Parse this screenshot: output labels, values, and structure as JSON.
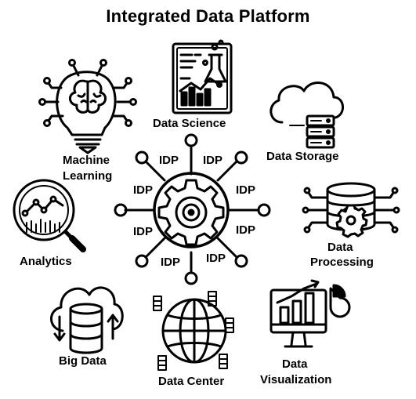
{
  "title": "Integrated Data Platform",
  "hub": {
    "label": "IDP",
    "labels": [
      "IDP",
      "IDP",
      "IDP",
      "IDP",
      "IDP",
      "IDP",
      "IDP",
      "IDP"
    ]
  },
  "nodes": {
    "data_science": "Data Science",
    "data_storage": "Data Storage",
    "data_processing_1": "Data",
    "data_processing_2": "Processing",
    "data_visualization_1": "Data",
    "data_visualization_2": "Visualization",
    "data_center": "Data Center",
    "big_data": "Big Data",
    "analytics": "Analytics",
    "machine_learning_1": "Machine",
    "machine_learning_2": "Learning"
  },
  "icons": [
    "brain-bulb-icon",
    "data-science-icon",
    "cloud-server-icon",
    "database-gear-icon",
    "bar-chart-monitor-icon",
    "globe-network-icon",
    "cloud-database-icon",
    "magnifier-chart-icon",
    "gear-hub-icon"
  ],
  "colors": {
    "ink": "#000000",
    "background": "#ffffff"
  }
}
